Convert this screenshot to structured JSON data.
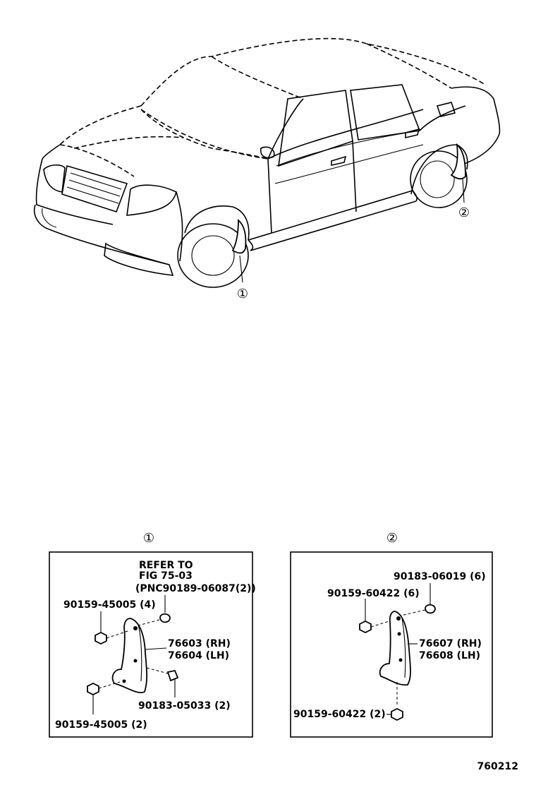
{
  "figure_number": "760212",
  "overview": {
    "callout_1": "①",
    "callout_2": "②"
  },
  "panel_1": {
    "heading": "①",
    "refer_line1": "REFER TO",
    "refer_line2": "FIG 75-03",
    "refer_line3": "(PNC90189-06087(2))",
    "part_bolt_top": "90159-45005 (4)",
    "part_mudguard_rh": "76603 (RH)",
    "part_mudguard_lh": "76604 (LH)",
    "part_bolt_bottom": "90159-45005 (2)",
    "part_clip": "90183-05033 (2)"
  },
  "panel_2": {
    "heading": "②",
    "part_clip": "90183-06019 (6)",
    "part_bolt_top": "90159-60422 (6)",
    "part_mudguard_rh": "76607 (RH)",
    "part_mudguard_lh": "76608 (LH)",
    "part_bolt_bottom": "90159-60422 (2)"
  }
}
